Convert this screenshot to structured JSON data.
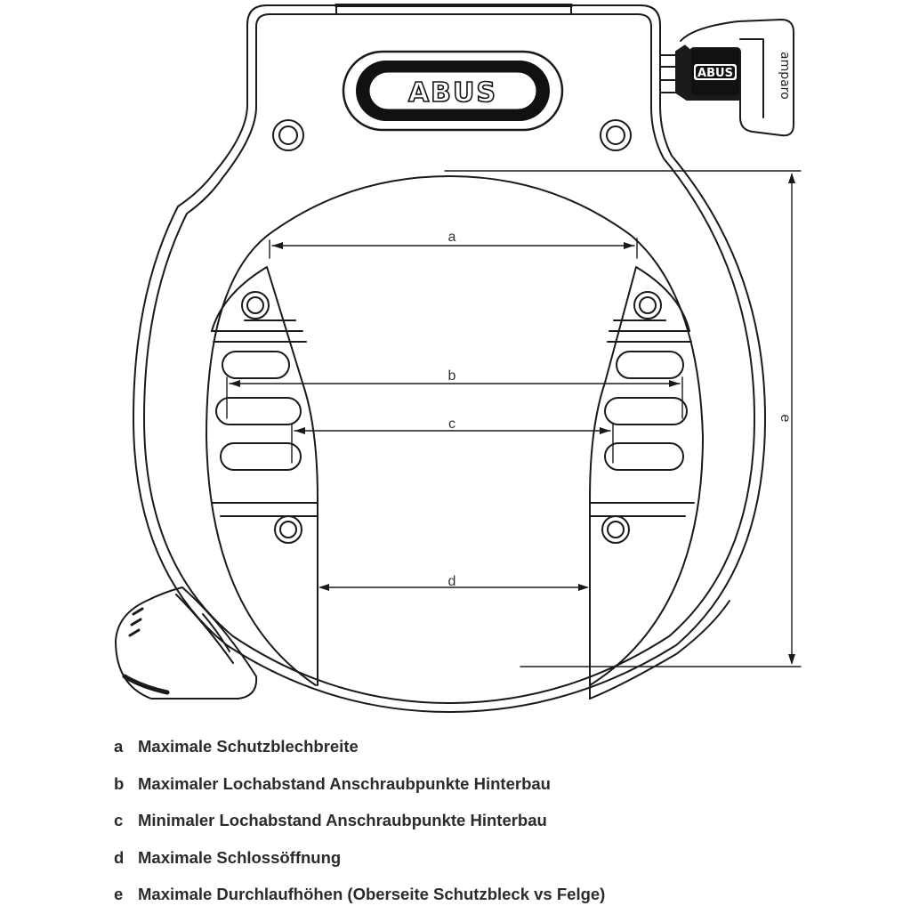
{
  "brand": {
    "name": "ABUS"
  },
  "key": {
    "brand": "ABUS",
    "model": "amparo"
  },
  "dimensions": [
    {
      "letter": "a",
      "label": "Maximale Schutzblechbreite"
    },
    {
      "letter": "b",
      "label": "Maximaler Lochabstand Anschraubpunkte Hinterbau"
    },
    {
      "letter": "c",
      "label": "Minimaler Lochabstand Anschraubpunkte Hinterbau"
    },
    {
      "letter": "d",
      "label": "Maximale Schlossöffnung"
    },
    {
      "letter": "e",
      "label": "Maximale Durchlaufhöhen (Oberseite Schutzbleck vs Felge)"
    }
  ]
}
